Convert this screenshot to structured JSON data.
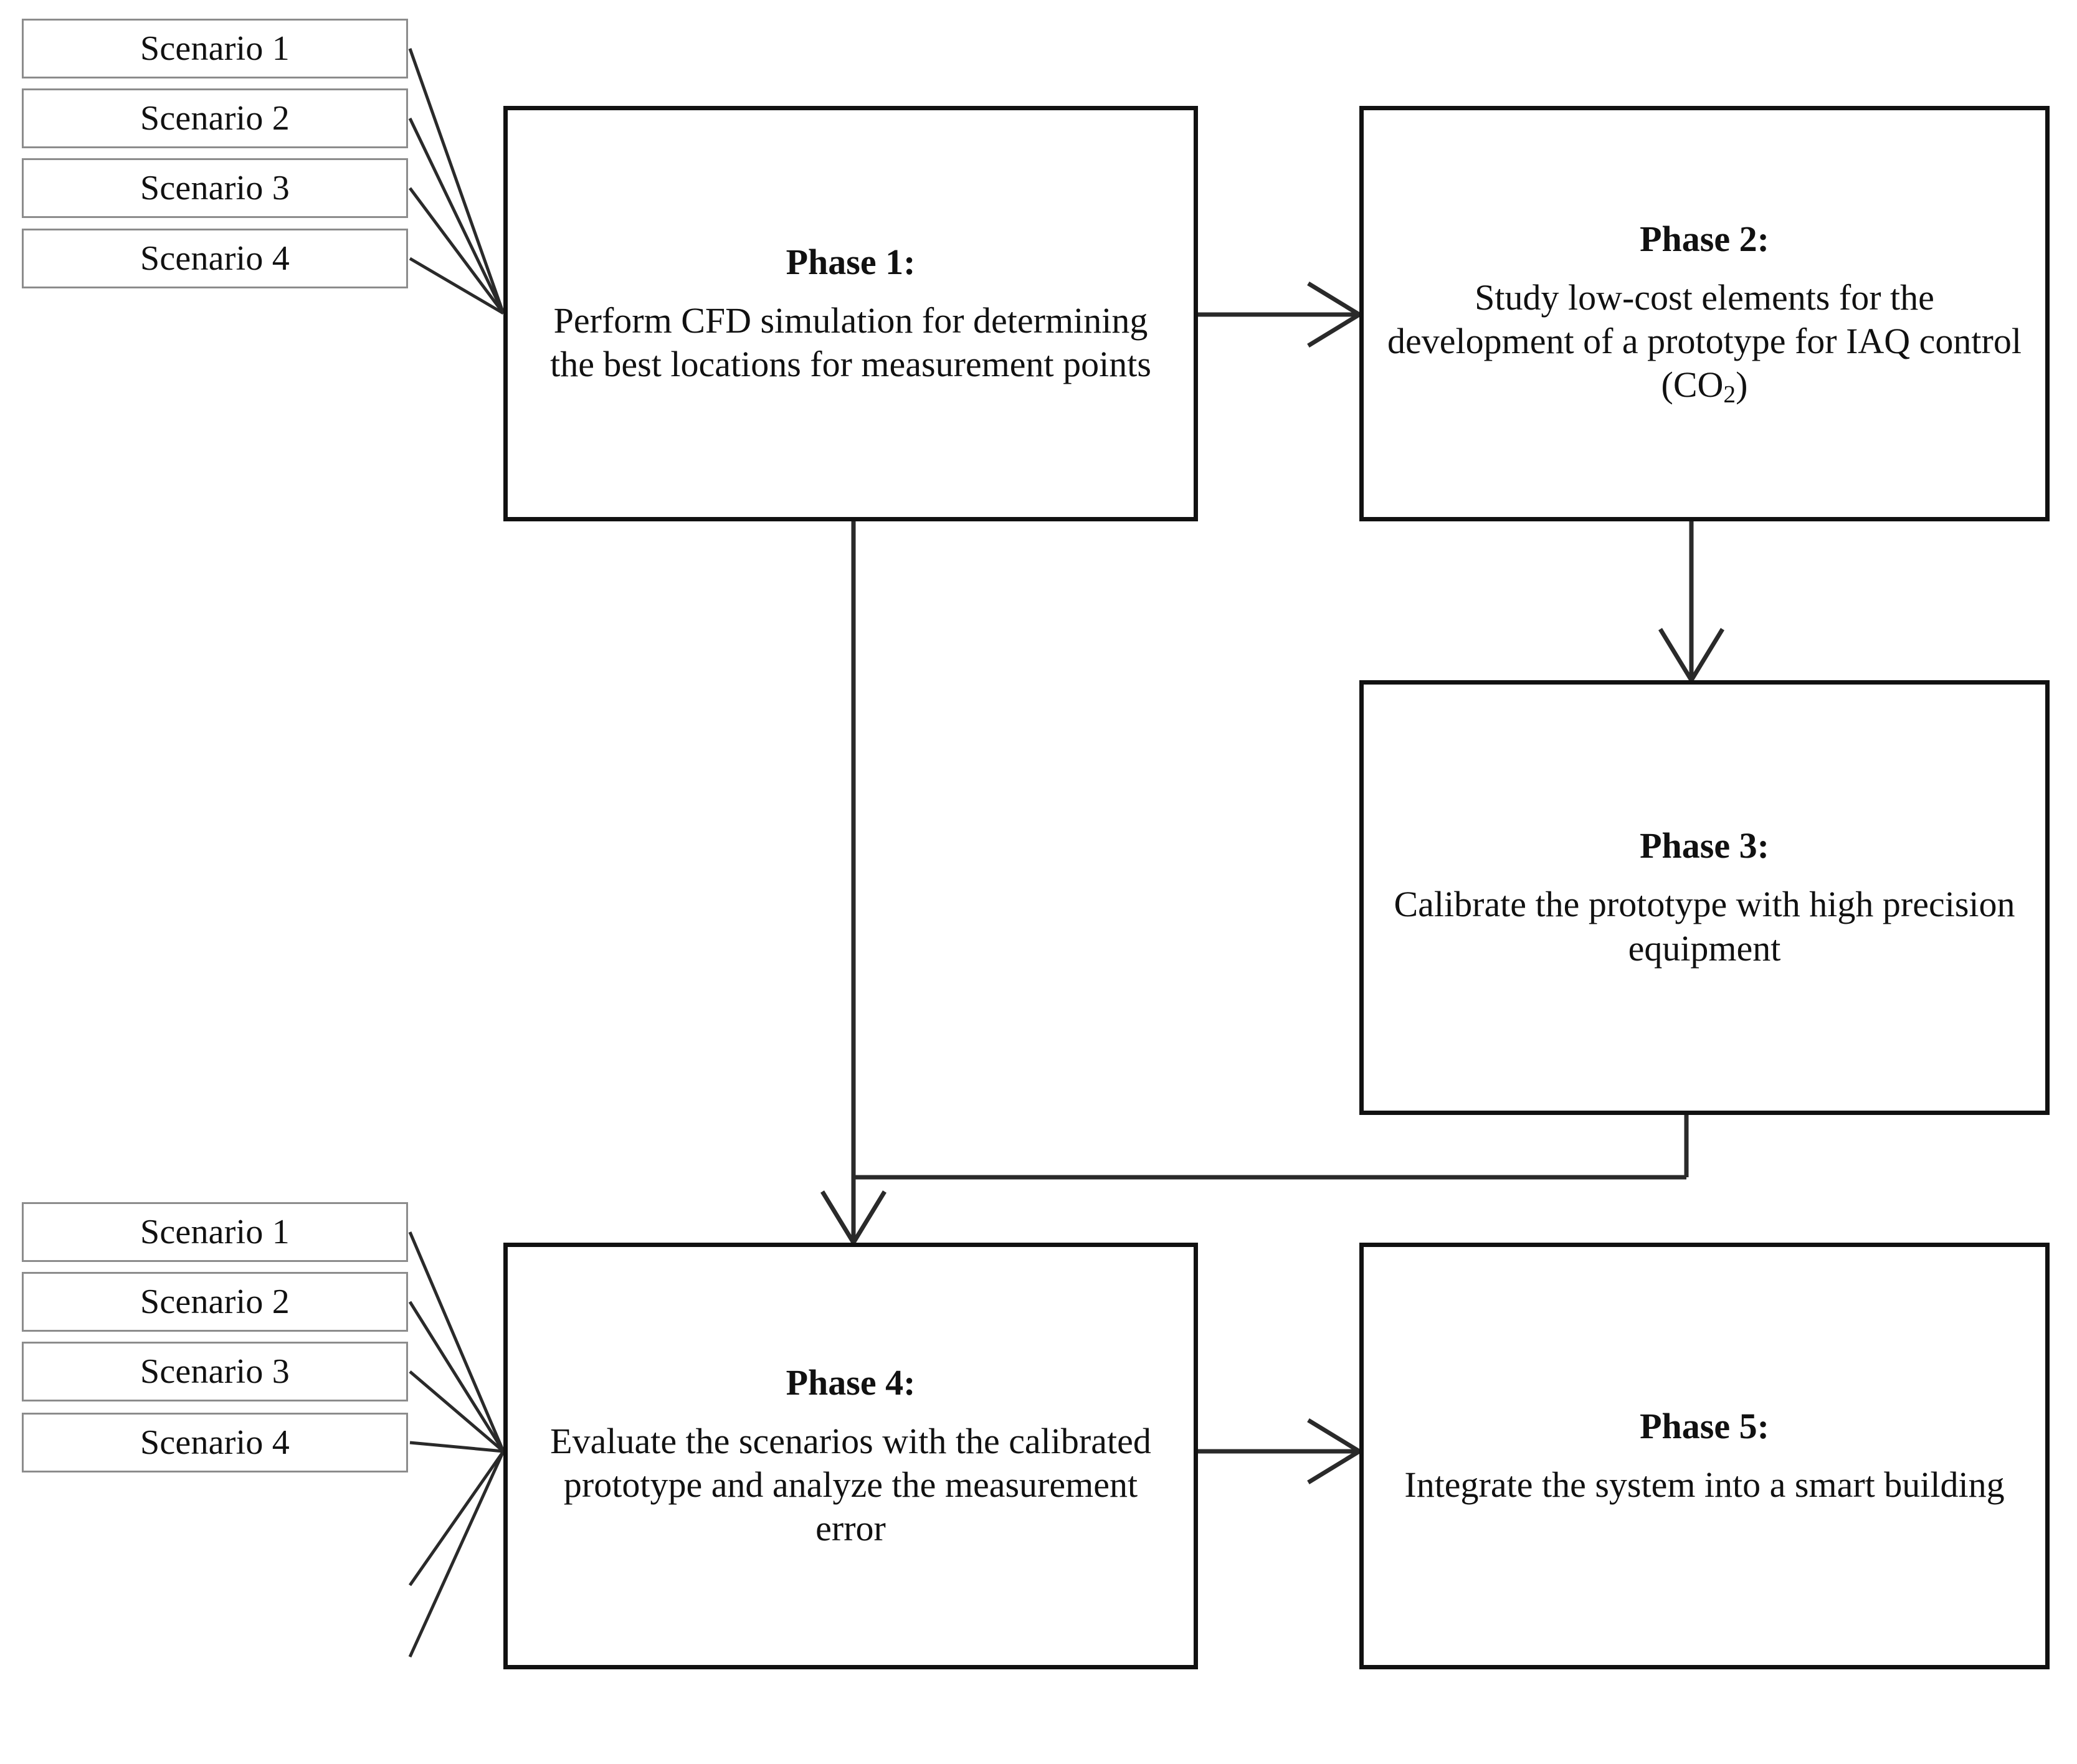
{
  "diagram": {
    "title": "Research methodology phases flowchart",
    "type": "flowchart",
    "background_color": "#ffffff",
    "box_border_color": "#111111",
    "scenario_border_color": "#8c8c8c",
    "connector_color": "#1a1a1a"
  },
  "scenario_groups": [
    {
      "id": "top-scenarios",
      "feeds": "phase-1",
      "items": [
        {
          "label": "Scenario 1"
        },
        {
          "label": "Scenario 2"
        },
        {
          "label": "Scenario 3"
        },
        {
          "label": "Scenario 4"
        }
      ]
    },
    {
      "id": "bottom-scenarios",
      "feeds": "phase-4",
      "items": [
        {
          "label": "Scenario 1"
        },
        {
          "label": "Scenario 2"
        },
        {
          "label": "Scenario 3"
        },
        {
          "label": "Scenario 4"
        }
      ]
    }
  ],
  "phases": [
    {
      "id": "phase-1",
      "title": "Phase 1:",
      "description": "Perform CFD simulation for determining the best locations for measurement points"
    },
    {
      "id": "phase-2",
      "title": "Phase 2:",
      "description_before_sub": "Study low-cost elements for the development of a prototype for IAQ control (CO",
      "description_sub": "2",
      "description_after_sub": ")",
      "description": "Study low-cost elements for the development of a prototype for IAQ control (CO2)"
    },
    {
      "id": "phase-3",
      "title": "Phase 3:",
      "description": "Calibrate the prototype with high precision equipment"
    },
    {
      "id": "phase-4",
      "title": "Phase 4:",
      "description": "Evaluate the scenarios with the calibrated prototype and analyze the measurement error"
    },
    {
      "id": "phase-5",
      "title": "Phase 5:",
      "description": "Integrate the system into a smart building"
    }
  ],
  "connections": [
    {
      "from": "top-scenarios",
      "to": "phase-1",
      "style": "plain-lines"
    },
    {
      "from": "phase-1",
      "to": "phase-2",
      "style": "arrow-right"
    },
    {
      "from": "phase-2",
      "to": "phase-3",
      "style": "arrow-down"
    },
    {
      "from": "phase-1",
      "to": "phase-4",
      "style": "arrow-down"
    },
    {
      "from": "phase-3",
      "to": "phase-4",
      "style": "elbow-join"
    },
    {
      "from": "bottom-scenarios",
      "to": "phase-4",
      "style": "plain-lines"
    },
    {
      "from": "phase-4",
      "to": "phase-5",
      "style": "arrow-right"
    }
  ]
}
